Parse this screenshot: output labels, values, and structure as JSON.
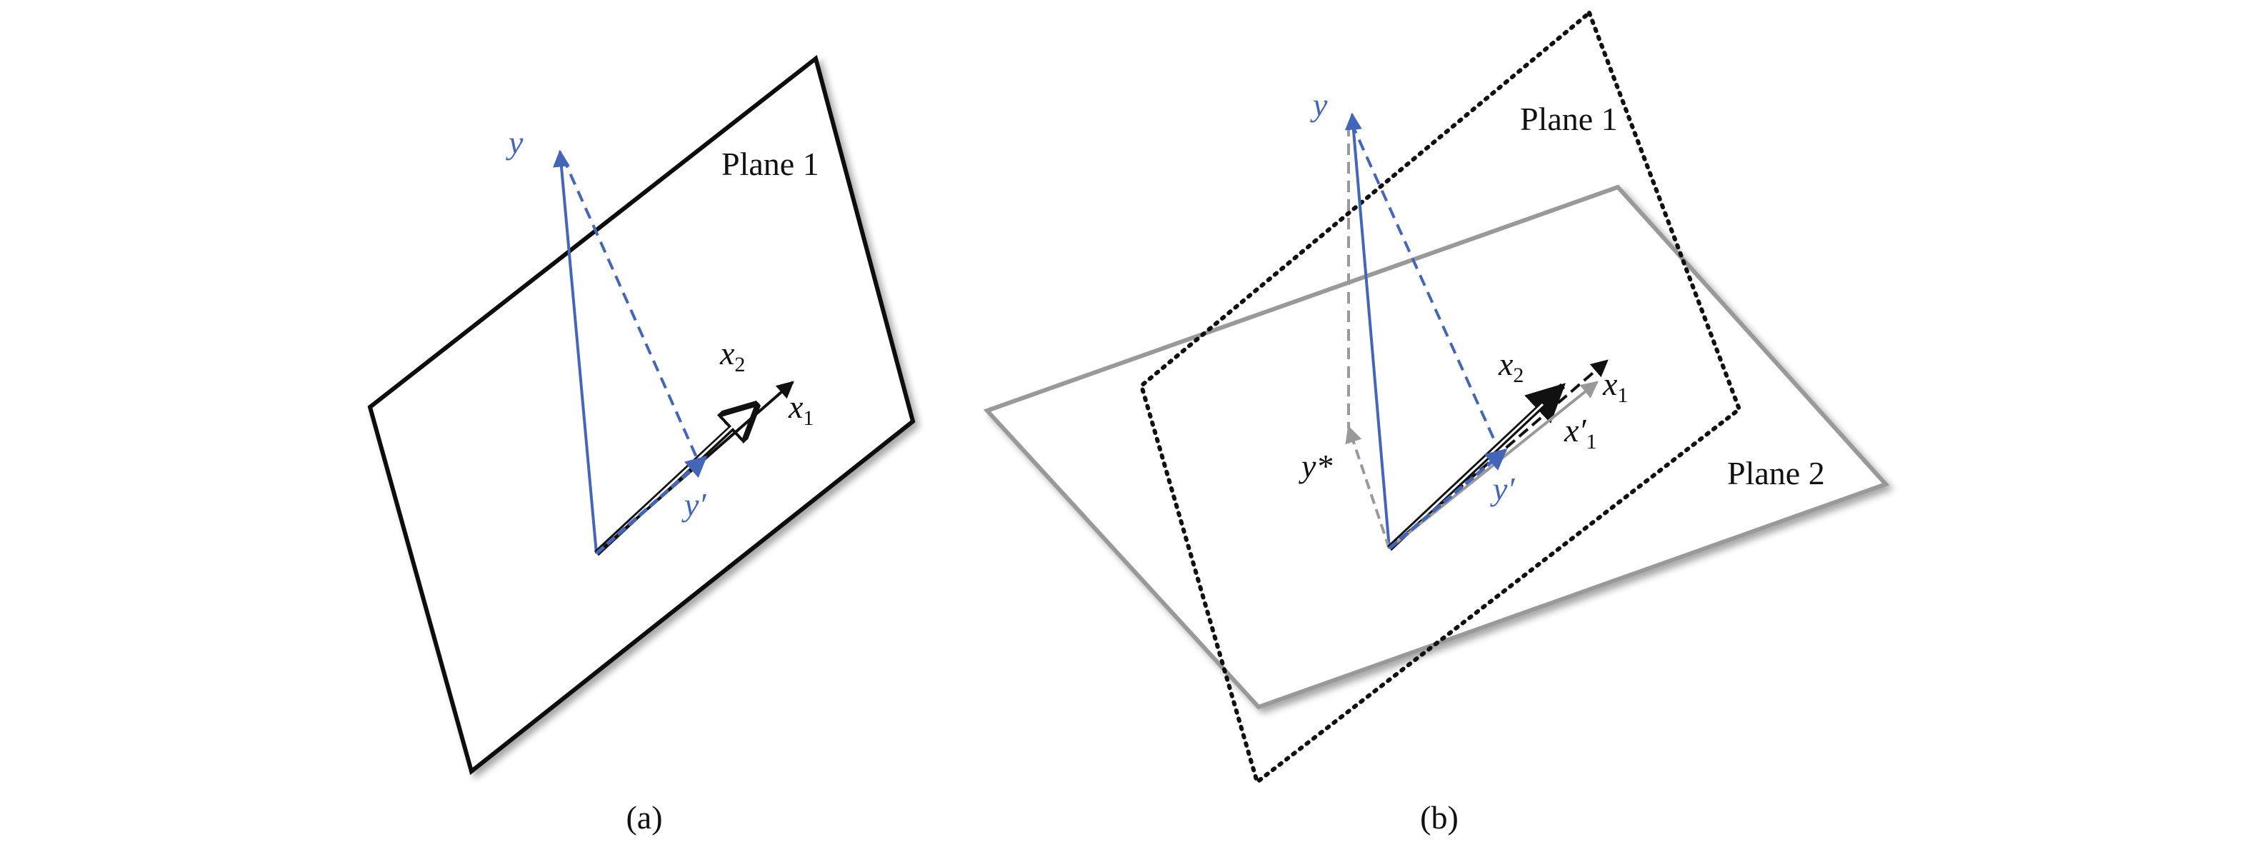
{
  "colors": {
    "blue": "#4466b8",
    "black": "#111111",
    "gray": "#999999",
    "dark_gray": "#808080"
  },
  "panel_a": {
    "caption": "(a)",
    "plane_label": "Plane 1",
    "vec_y": "y",
    "vec_y_proj": "y′",
    "vec_x1": "x",
    "vec_x1_sub": "1",
    "vec_x2": "x",
    "vec_x2_sub": "2"
  },
  "panel_b": {
    "caption": "(b)",
    "plane1_label": "Plane 1",
    "plane2_label": "Plane 2",
    "vec_y": "y",
    "vec_y_proj": "y′",
    "vec_y_star": "y*",
    "vec_x1": "x",
    "vec_x1_sub": "1",
    "vec_x2": "x",
    "vec_x2_sub": "2",
    "vec_x1_prime": "x′",
    "vec_x1_prime_sub": "1"
  }
}
